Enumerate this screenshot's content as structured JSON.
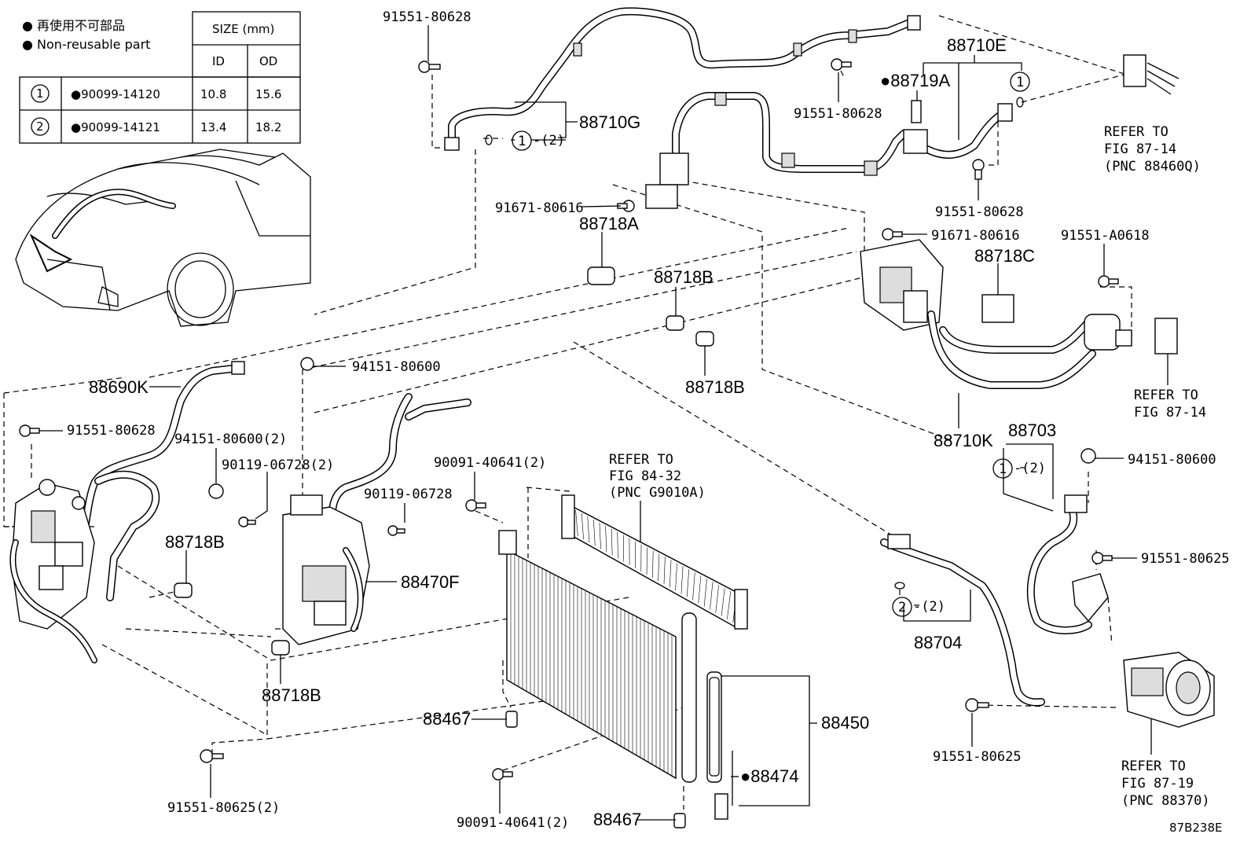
{
  "legend": {
    "item1": "● 再使用不可部品",
    "item2": "● Non-reusable part"
  },
  "size_table": {
    "header": "SIZE (mm)",
    "col_id": "ID",
    "col_od": "OD",
    "rows": [
      {
        "idx": "1",
        "part": "●90099-14120",
        "id": "10.8",
        "od": "15.6"
      },
      {
        "idx": "2",
        "part": "●90099-14121",
        "id": "13.4",
        "od": "18.2"
      }
    ]
  },
  "labels": {
    "p91551_80628_top": "91551-80628",
    "p88710G": "88710G",
    "o_ring_1_2_top": "-(2)",
    "circle_1": "1",
    "circle_2": "2",
    "p88710E": "88710E",
    "p88719A": "●88719A",
    "p91551_80628_mid": "91551-80628",
    "p91551_80628_right": "91551-80628",
    "ref_87_14_a_1": "REFER TO",
    "ref_87_14_a_2": "FIG 87-14",
    "ref_87_14_a_3": "(PNC 88460Q)",
    "p91671_80616_a": "91671-80616",
    "p88718A": "88718A",
    "p91671_80616_b": "91671-80616",
    "p88718C": "88718C",
    "p91551_A0618": "91551-A0618",
    "p88718B_a": "88718B",
    "p88718B_b": "88718B",
    "ref_87_14_b_1": "REFER TO",
    "ref_87_14_b_2": "FIG 87-14",
    "p88690K": "88690K",
    "p94151_80600_a": "94151-80600",
    "p91551_80628_left": "91551-80628",
    "p94151_80600_2": "94151-80600(2)",
    "p90119_06728_2": "90119-06728(2)",
    "p90119_06728": "90119-06728",
    "p90091_40641_2_top": "90091-40641(2)",
    "ref_84_32_1": "REFER TO",
    "ref_84_32_2": "FIG 84-32",
    "ref_84_32_3": "(PNC G9010A)",
    "p88710K": "88710K",
    "p88703": "88703",
    "o_ring_1_2_mid": "-(2)",
    "p94151_80600_b": "94151-80600",
    "p88718B_c": "88718B",
    "p88470F": "88470F",
    "p91551_80625_a": "91551-80625",
    "o_ring_2_2": "-(2)",
    "p88704": "88704",
    "p88718B_d": "88718B",
    "p88467_a": "88467",
    "p88450": "88450",
    "p88474": "●88474",
    "p91551_80625_2": "91551-80625(2)",
    "p90091_40641_2_bot": "90091-40641(2)",
    "p88467_b": "88467",
    "p91551_80625_b": "91551-80625",
    "ref_87_19_1": "REFER TO",
    "ref_87_19_2": "FIG 87-19",
    "ref_87_19_3": "(PNC 88370)",
    "diagram_code": "87B238E"
  }
}
